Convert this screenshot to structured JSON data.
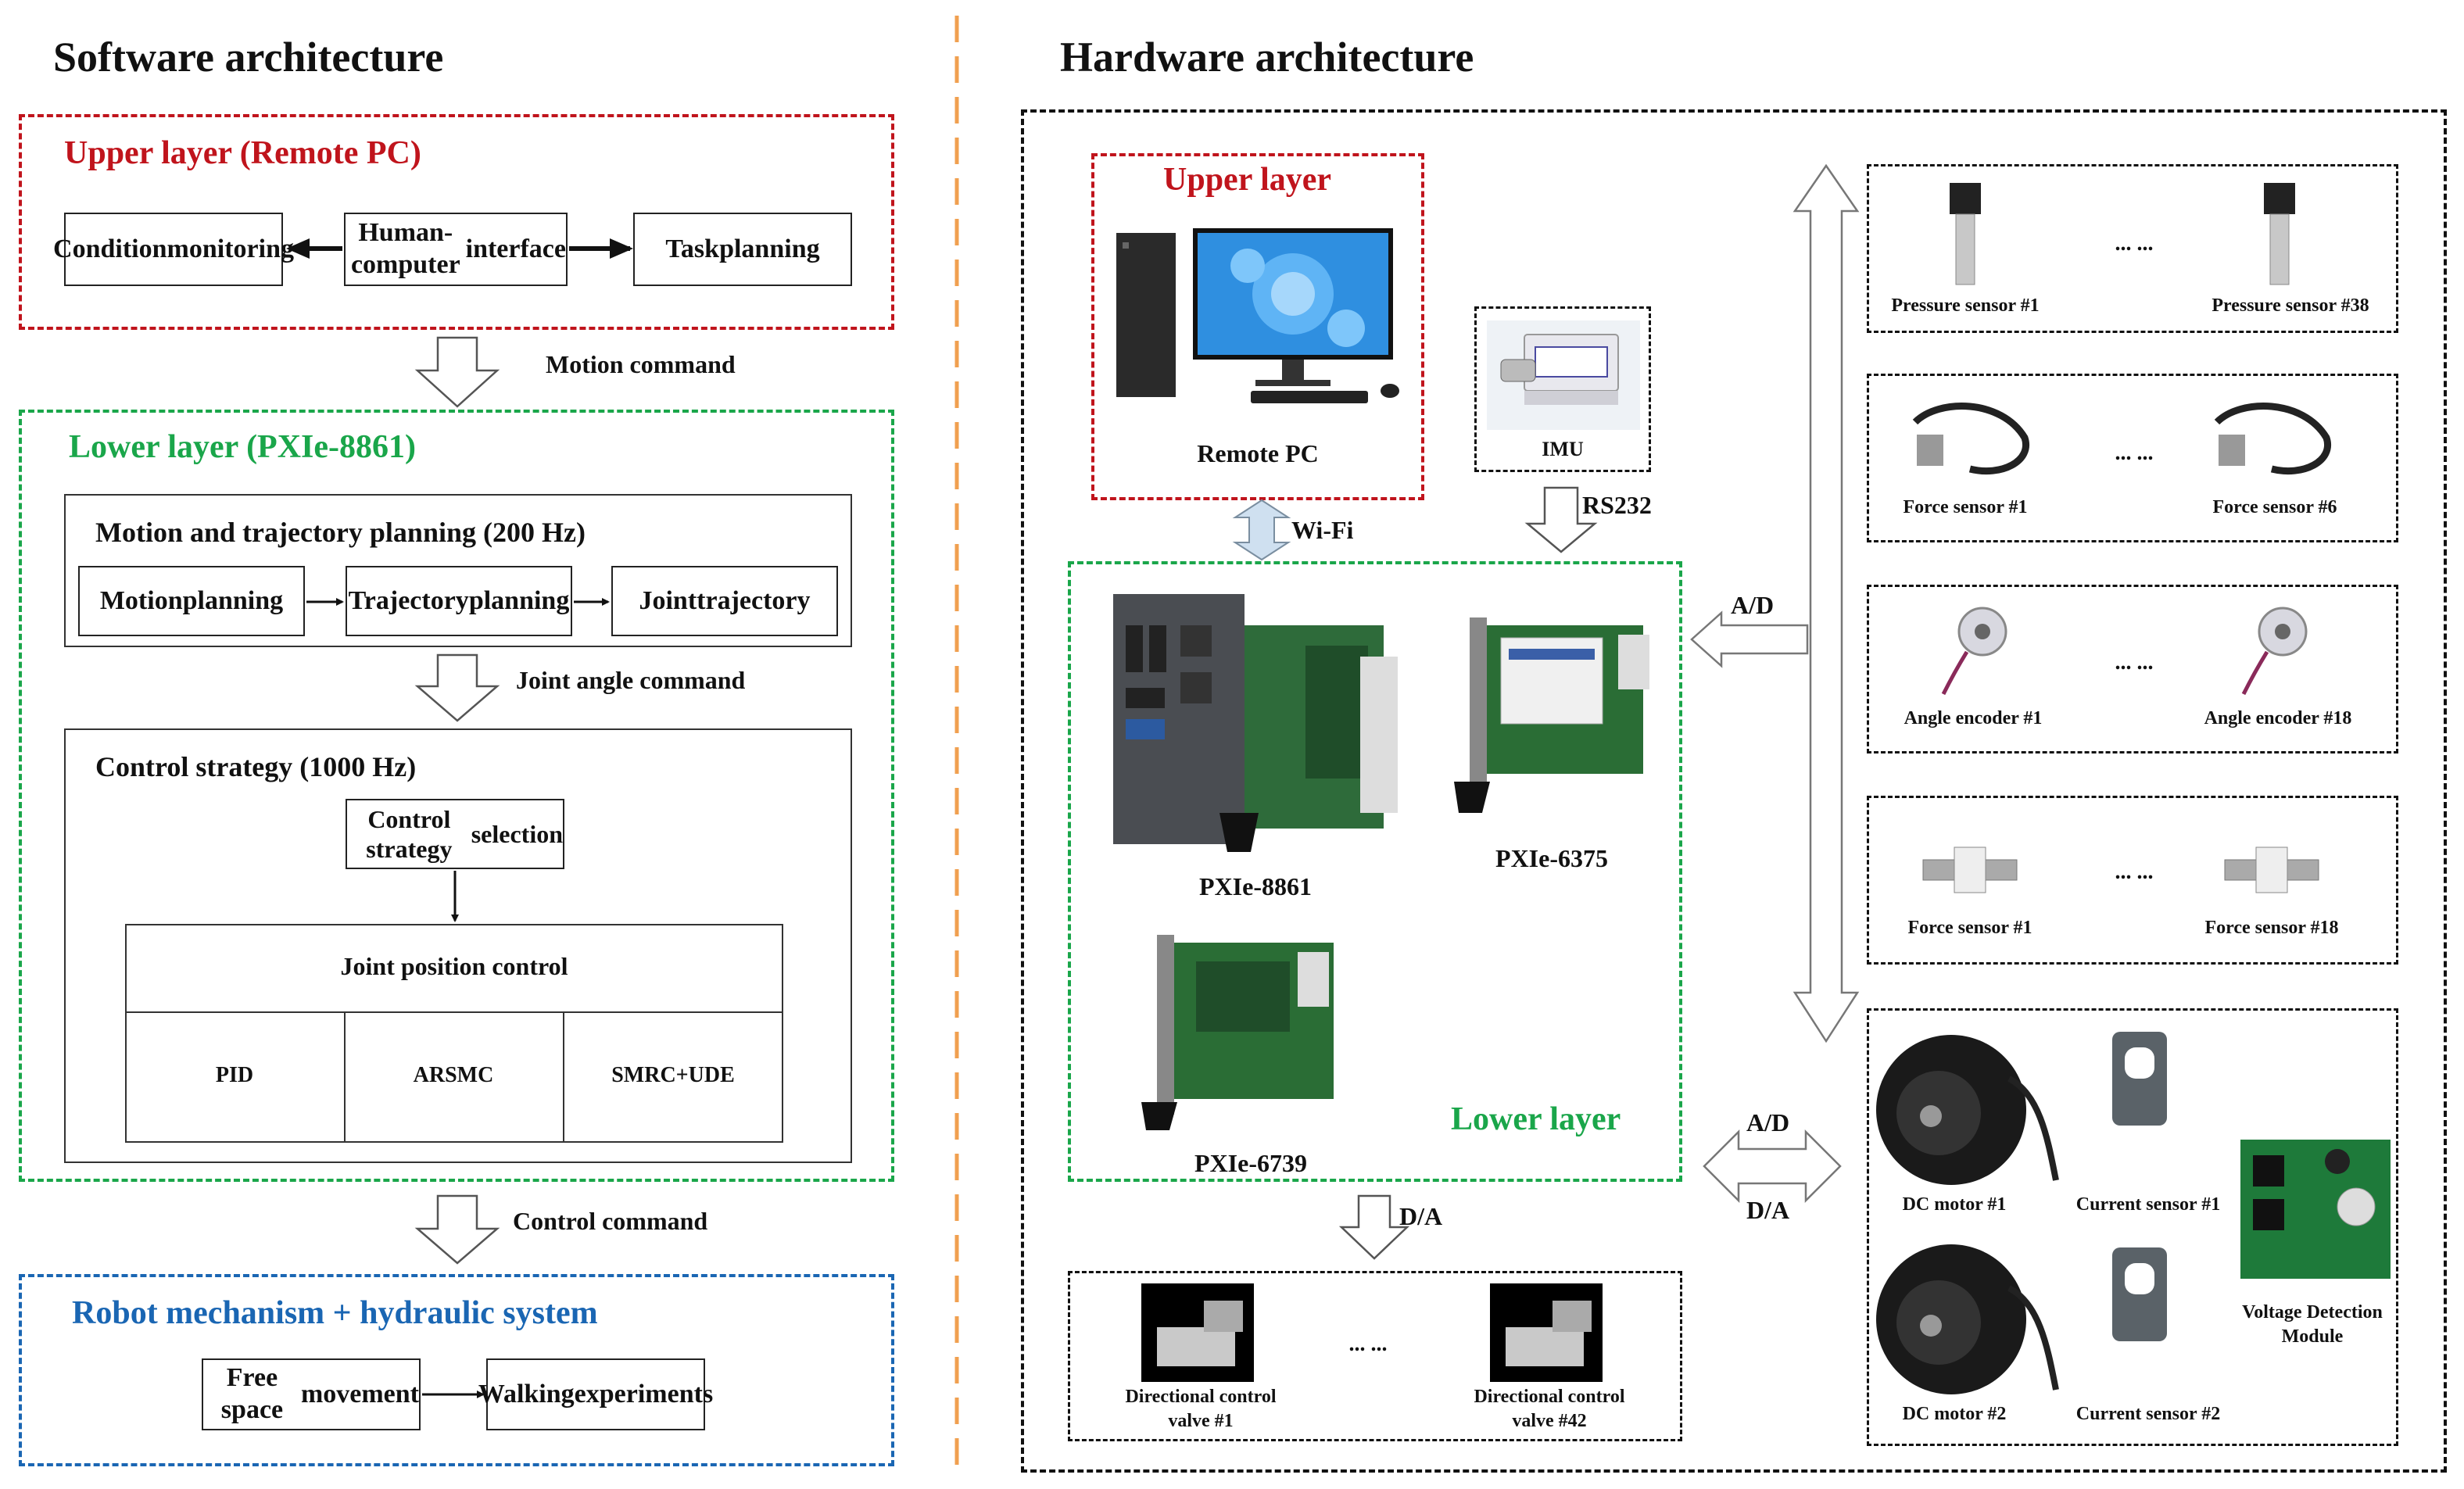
{
  "software": {
    "title": "Software architecture",
    "upper": {
      "title": "Upper layer (Remote PC)",
      "boxes": [
        "Condition\nmonitoring",
        "Human-computer\ninterface",
        "Task\nplanning"
      ]
    },
    "motion_command": "Motion command",
    "lower": {
      "title": "Lower layer (PXIe-8861)",
      "motion_panel_title": "Motion and trajectory planning (200 Hz)",
      "motion_boxes": [
        "Motion\nplanning",
        "Trajectory\nplanning",
        "Joint\ntrajectory"
      ],
      "joint_angle_command": "Joint angle command",
      "control_panel_title": "Control strategy (1000 Hz)",
      "strategy_selection": "Control strategy\nselection",
      "joint_position_control": "Joint position control",
      "controllers": [
        "PID",
        "ARSMC",
        "SMRC+UDE"
      ]
    },
    "control_command": "Control command",
    "robot": {
      "title": "Robot mechanism + hydraulic system",
      "boxes": [
        "Free space\nmovement",
        "Walking\nexperiments"
      ]
    }
  },
  "hardware": {
    "title": "Hardware architecture",
    "upper_layer": "Upper layer",
    "remote_pc": "Remote PC",
    "imu": "IMU",
    "wifi": "Wi-Fi",
    "rs232": "RS232",
    "lower_layer": "Lower layer",
    "modules": [
      "PXIe-8861",
      "PXIe-6375",
      "PXIe-6739"
    ],
    "ad_upper": "A/D",
    "ad_lower": "A/D",
    "da_right": "D/A",
    "da_bottom": "D/A",
    "ellipsis": "... ...",
    "valves": [
      "Directional control\nvalve #1",
      "Directional control\nvalve #42"
    ],
    "sensors": [
      [
        "Pressure sensor #1",
        "Pressure sensor #38"
      ],
      [
        "Force sensor #1",
        "Force sensor #6"
      ],
      [
        "Angle encoder  #1",
        "Angle encoder  #18"
      ],
      [
        "Force sensor #1",
        "Force sensor #18"
      ]
    ],
    "motors": [
      "DC motor #1",
      "DC motor #2"
    ],
    "current_sensors": [
      "Current sensor #1",
      "Current sensor #2"
    ],
    "voltage_module": "Voltage Detection\nModule"
  },
  "colors": {
    "red": "#c0141c",
    "green": "#1aa64a",
    "blue": "#1a66b3",
    "divider": "#f0a050",
    "arrow_fill": "#cfe0f0"
  }
}
